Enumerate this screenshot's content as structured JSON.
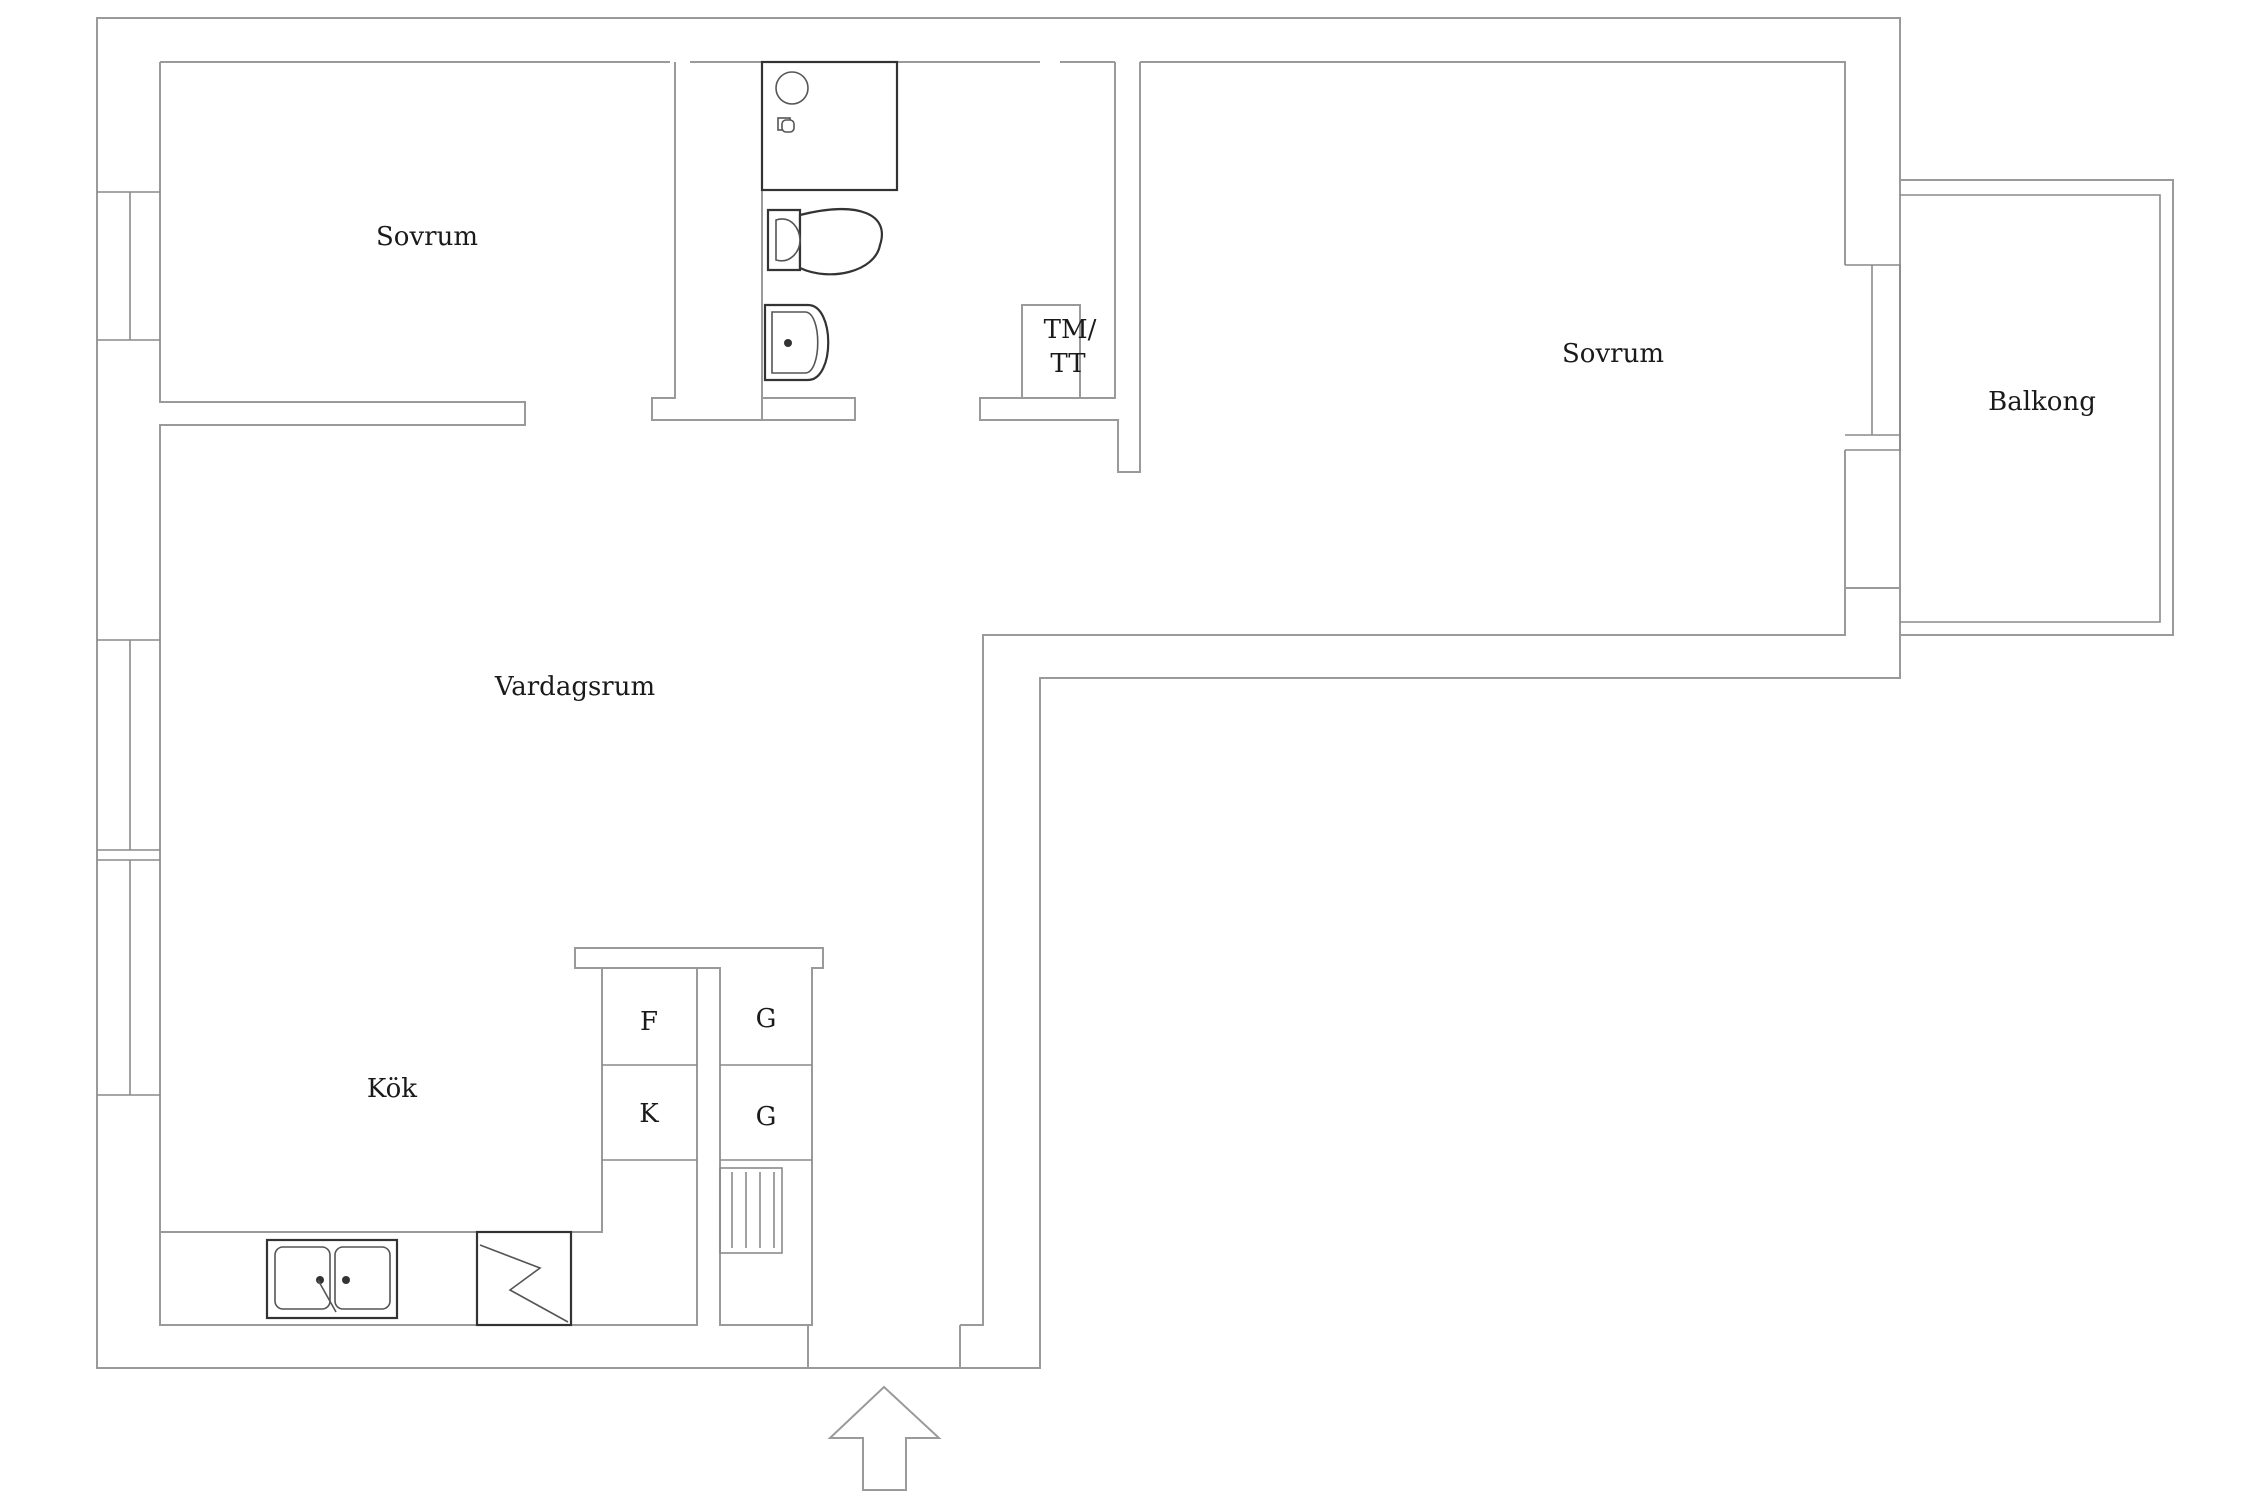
{
  "plan": {
    "rooms": {
      "bedroom_small": "Sovrum",
      "bedroom_large": "Sovrum",
      "balcony": "Balkong",
      "living_room": "Vardagsrum",
      "kitchen": "Kök"
    },
    "laundry": {
      "line1": "TM/",
      "line2": "TT"
    },
    "appliances": {
      "fridge": "F",
      "freezer": "K",
      "cabinet_upper": "G",
      "cabinet_lower": "G"
    },
    "colors": {
      "walls": "#9a9a9a",
      "fixtures": "#333333",
      "text": "#1a1a1a"
    },
    "entrance_icon": "arrow-up-icon"
  }
}
